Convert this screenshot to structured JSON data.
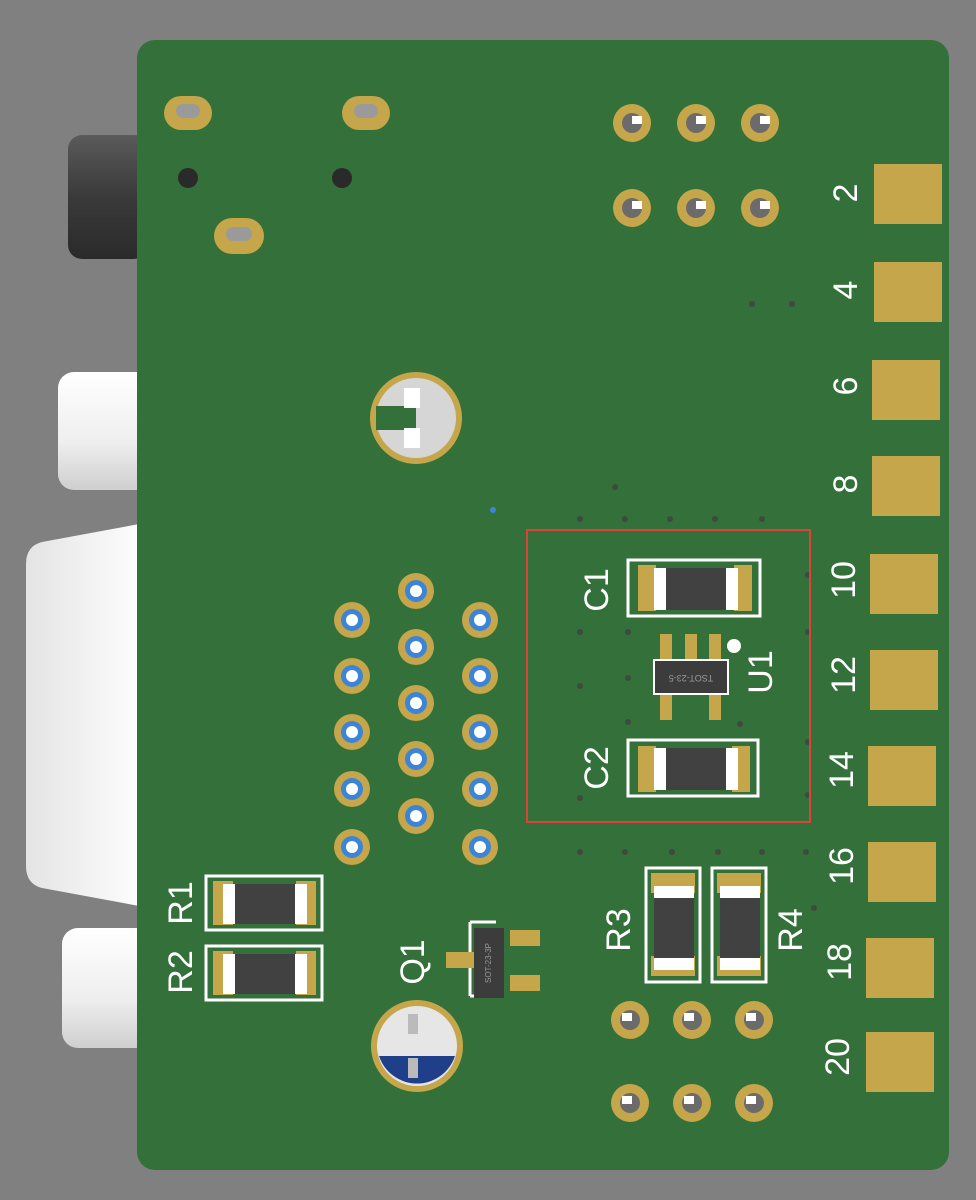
{
  "board": {
    "background_color": "#808080",
    "pcb_color": "#34703a",
    "pad_color": "#c6a64a",
    "silkscreen_color": "#ffffff",
    "highlight_color": "#d9443a"
  },
  "edge_pin_labels": [
    "2",
    "4",
    "6",
    "8",
    "10",
    "12",
    "14",
    "16",
    "18",
    "20"
  ],
  "refdes": {
    "c1": "C1",
    "c2": "C2",
    "u1": "U1",
    "r1": "R1",
    "r2": "R2",
    "r3": "R3",
    "r4": "R4",
    "q1": "Q1"
  },
  "package_markings": {
    "u1": "TSOT-23-5",
    "q1": "SOT-23-3P"
  },
  "highlight": {
    "label": "selected region around C1, U1, C2"
  }
}
